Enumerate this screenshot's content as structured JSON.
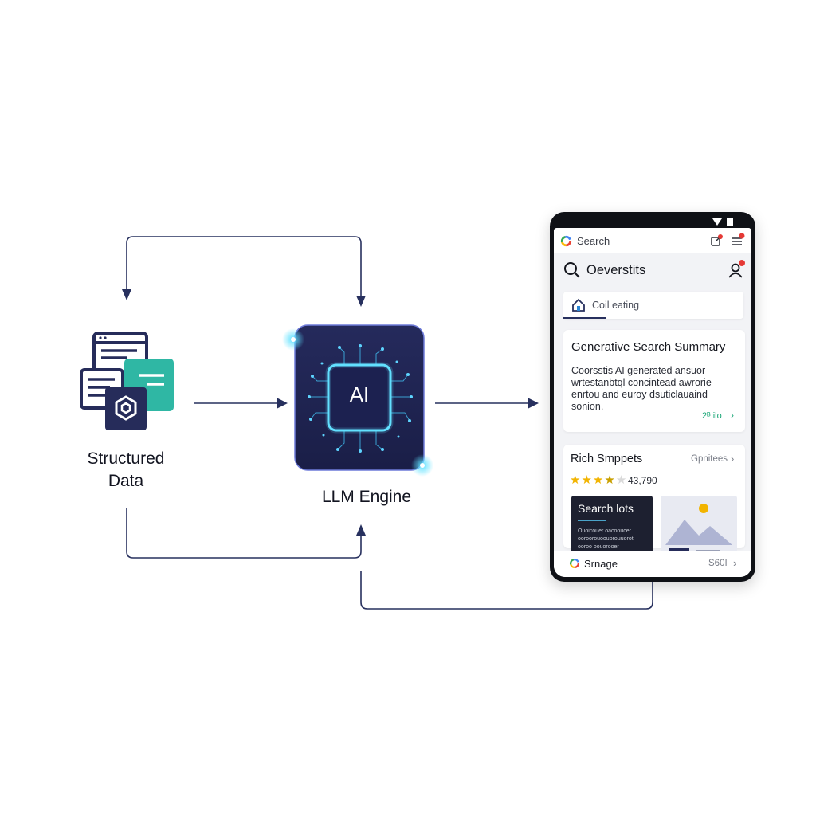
{
  "nodes": {
    "structured_data": {
      "label_line1": "Structured",
      "label_line2": "Data"
    },
    "llm_engine": {
      "chip_text": "AI",
      "label": "LLM Engine"
    }
  },
  "phone": {
    "status_icons": [
      "signal-icon",
      "battery-icon"
    ],
    "browser_bar": {
      "logo_icon": "google-g-icon",
      "placeholder": "Search",
      "share_icon": "share-icon",
      "menu_icon": "menu-icon"
    },
    "search_row": {
      "query": "Oeverstits",
      "search_icon": "search-icon",
      "profile_icon": "user-icon"
    },
    "tab": {
      "icon": "home-icon",
      "label": "Coil eating"
    },
    "summary_card": {
      "title": "Generative Search Summary",
      "body_lines": [
        "Coorsstis AI generated ansuor",
        "wrtestanbtql concintead awrorie",
        "enrtou and euroy dsuticlauaind",
        "sonion."
      ],
      "more_link": "2ᴮ ilo"
    },
    "rich_snippets": {
      "title": "Rich Smppets",
      "options_label": "Gpnitees",
      "rating_stars": 4,
      "rating_max": 5,
      "rating_count": "43,790",
      "thumb1_title": "Search lots",
      "thumb1_lines": [
        "Ouoicouer oacooucer",
        "ooroorouoouorouuorot",
        "ooroo oouorooer"
      ]
    },
    "bottom_row": {
      "icon": "google-g-icon",
      "label": "Srnage",
      "right_label": "S60I"
    }
  },
  "colors": {
    "arrow": "#27305e",
    "chip_bg": "#1e2350",
    "chip_glow": "#4dc8ff",
    "doc_navy": "#262c5a",
    "doc_teal": "#2fb7a4",
    "star": "#f2b400",
    "link_green": "#1aa676"
  }
}
